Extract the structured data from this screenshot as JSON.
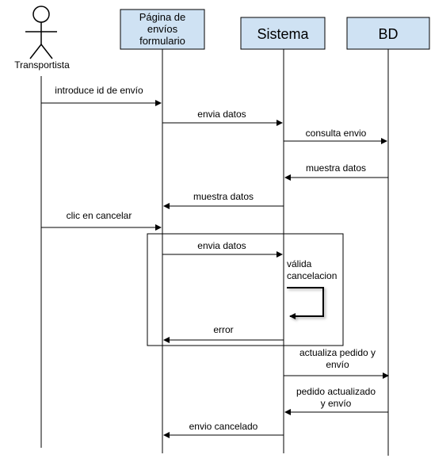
{
  "actor": {
    "name": "Transportista"
  },
  "participants": [
    {
      "id": "pagina",
      "lines": [
        "Página de",
        "envíos",
        "formulario"
      ]
    },
    {
      "id": "sistema",
      "lines": [
        "Sistema"
      ]
    },
    {
      "id": "bd",
      "lines": [
        "BD"
      ]
    }
  ],
  "messages": [
    {
      "from": "actor",
      "to": "pagina",
      "lines": [
        "introduce id de envío"
      ]
    },
    {
      "from": "pagina",
      "to": "sistema",
      "lines": [
        "envia datos"
      ]
    },
    {
      "from": "sistema",
      "to": "bd",
      "lines": [
        "consulta envio"
      ]
    },
    {
      "from": "bd",
      "to": "sistema",
      "lines": [
        "muestra datos"
      ]
    },
    {
      "from": "sistema",
      "to": "pagina",
      "lines": [
        "muestra datos"
      ]
    },
    {
      "from": "actor",
      "to": "pagina",
      "lines": [
        "clic en cancelar"
      ]
    },
    {
      "from": "pagina",
      "to": "sistema",
      "lines": [
        "envia datos"
      ]
    },
    {
      "from": "sistema",
      "to": "sistema",
      "lines": [
        "válida",
        "cancelacion"
      ]
    },
    {
      "from": "sistema",
      "to": "pagina",
      "lines": [
        "error"
      ]
    },
    {
      "from": "sistema",
      "to": "bd",
      "lines": [
        "actualiza pedido y",
        "envío"
      ]
    },
    {
      "from": "bd",
      "to": "sistema",
      "lines": [
        "pedido actualizado",
        "y envío"
      ]
    },
    {
      "from": "sistema",
      "to": "pagina",
      "lines": [
        "envio cancelado"
      ]
    }
  ],
  "colors": {
    "participant_fill": "#cfe2f3",
    "line": "#000000"
  }
}
